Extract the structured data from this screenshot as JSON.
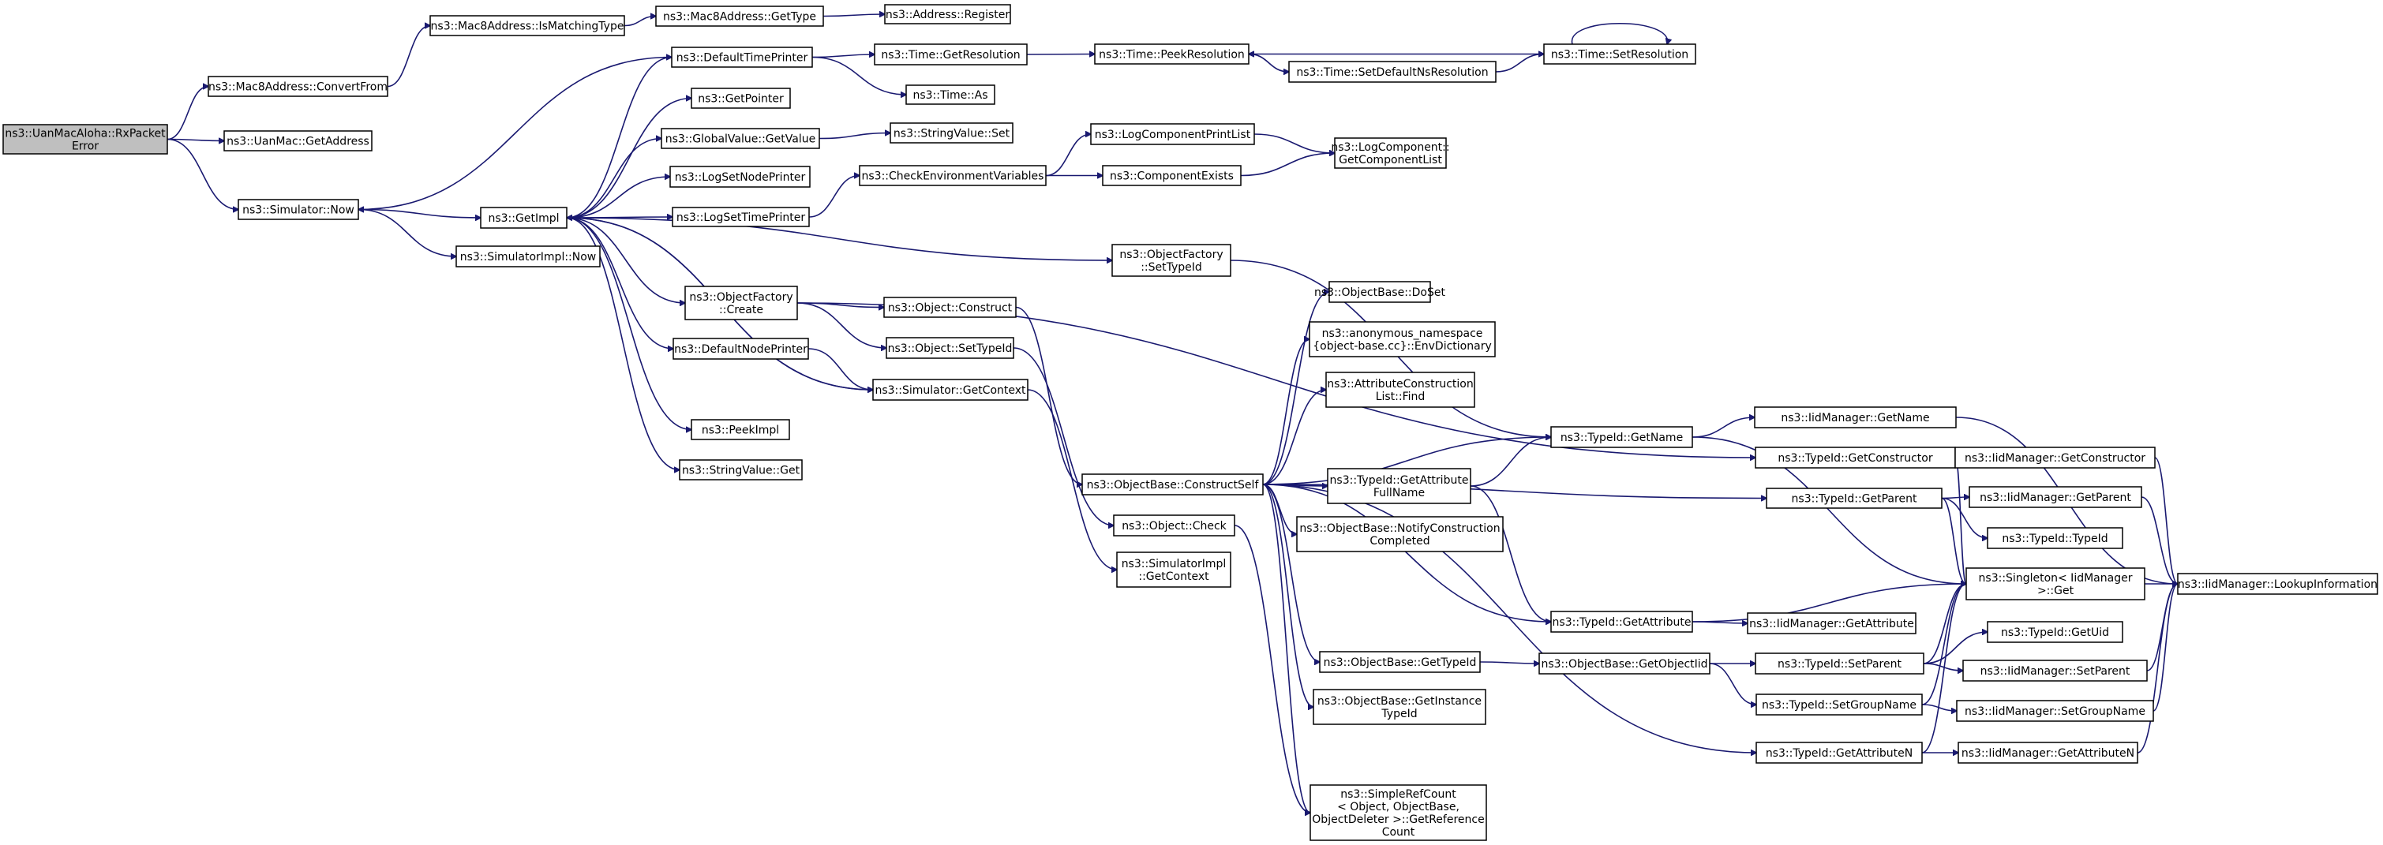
{
  "graph": {
    "colors": {
      "edge": "#191970",
      "node_border": "#000000",
      "root_fill": "#bfbfbf",
      "node_fill": "#ffffff"
    },
    "nodes": [
      {
        "id": "n0",
        "lines": [
          "ns3::UanMacAloha::RxPacket",
          "Error"
        ],
        "root": true
      },
      {
        "id": "n1",
        "lines": [
          "ns3::Mac8Address::ConvertFrom"
        ]
      },
      {
        "id": "n2",
        "lines": [
          "ns3::Mac8Address::IsMatchingType"
        ]
      },
      {
        "id": "n3",
        "lines": [
          "ns3::Mac8Address::GetType"
        ]
      },
      {
        "id": "n4",
        "lines": [
          "ns3::Address::Register"
        ]
      },
      {
        "id": "n5",
        "lines": [
          "ns3::UanMac::GetAddress"
        ]
      },
      {
        "id": "n6",
        "lines": [
          "ns3::Simulator::Now"
        ]
      },
      {
        "id": "n7",
        "lines": [
          "ns3::GetImpl"
        ]
      },
      {
        "id": "n8",
        "lines": [
          "ns3::DefaultTimePrinter"
        ]
      },
      {
        "id": "n9",
        "lines": [
          "ns3::Time::GetResolution"
        ]
      },
      {
        "id": "n10",
        "lines": [
          "ns3::Time::PeekResolution"
        ]
      },
      {
        "id": "n11",
        "lines": [
          "ns3::Time::SetDefaultNsResolution"
        ]
      },
      {
        "id": "n12",
        "lines": [
          "ns3::Time::SetResolution"
        ]
      },
      {
        "id": "n13",
        "lines": [
          "ns3::Time::As"
        ]
      },
      {
        "id": "n14",
        "lines": [
          "ns3::GetPointer"
        ]
      },
      {
        "id": "n15",
        "lines": [
          "ns3::GlobalValue::GetValue"
        ]
      },
      {
        "id": "n16",
        "lines": [
          "ns3::StringValue::Set"
        ]
      },
      {
        "id": "n17",
        "lines": [
          "ns3::LogSetNodePrinter"
        ]
      },
      {
        "id": "n18",
        "lines": [
          "ns3::LogSetTimePrinter"
        ]
      },
      {
        "id": "n19",
        "lines": [
          "ns3::CheckEnvironmentVariables"
        ]
      },
      {
        "id": "n20",
        "lines": [
          "ns3::LogComponentPrintList"
        ]
      },
      {
        "id": "n21",
        "lines": [
          "ns3::LogComponent::",
          "GetComponentList"
        ]
      },
      {
        "id": "n22",
        "lines": [
          "ns3::ComponentExists"
        ]
      },
      {
        "id": "n23",
        "lines": [
          "ns3::SimulatorImpl::Now"
        ]
      },
      {
        "id": "n24",
        "lines": [
          "ns3::ObjectFactory",
          "::SetTypeId"
        ]
      },
      {
        "id": "n25",
        "lines": [
          "ns3::ObjectFactory",
          "::Create"
        ]
      },
      {
        "id": "n26",
        "lines": [
          "ns3::Object::Construct"
        ]
      },
      {
        "id": "n27",
        "lines": [
          "ns3::Object::SetTypeId"
        ]
      },
      {
        "id": "n28",
        "lines": [
          "ns3::DefaultNodePrinter"
        ]
      },
      {
        "id": "n29",
        "lines": [
          "ns3::Simulator::GetContext"
        ]
      },
      {
        "id": "n30",
        "lines": [
          "ns3::PeekImpl"
        ]
      },
      {
        "id": "n31",
        "lines": [
          "ns3::StringValue::Get"
        ]
      },
      {
        "id": "n32",
        "lines": [
          "ns3::ObjectBase::DoSet"
        ]
      },
      {
        "id": "n33",
        "lines": [
          "ns3::anonymous_namespace",
          "{object-base.cc}::EnvDictionary"
        ]
      },
      {
        "id": "n34",
        "lines": [
          "ns3::AttributeConstruction",
          "List::Find"
        ]
      },
      {
        "id": "n35",
        "lines": [
          "ns3::ObjectBase::ConstructSelf"
        ]
      },
      {
        "id": "n36",
        "lines": [
          "ns3::TypeId::GetAttribute",
          "FullName"
        ]
      },
      {
        "id": "n37",
        "lines": [
          "ns3::ObjectBase::NotifyConstruction",
          "Completed"
        ]
      },
      {
        "id": "n38",
        "lines": [
          "ns3::Object::Check"
        ]
      },
      {
        "id": "n39",
        "lines": [
          "ns3::SimulatorImpl",
          "::GetContext"
        ]
      },
      {
        "id": "n40",
        "lines": [
          "ns3::TypeId::GetName"
        ]
      },
      {
        "id": "n41",
        "lines": [
          "ns3::IidManager::GetName"
        ]
      },
      {
        "id": "n42",
        "lines": [
          "ns3::TypeId::GetConstructor"
        ]
      },
      {
        "id": "n43",
        "lines": [
          "ns3::IidManager::GetConstructor"
        ]
      },
      {
        "id": "n44",
        "lines": [
          "ns3::TypeId::GetParent"
        ]
      },
      {
        "id": "n45",
        "lines": [
          "ns3::IidManager::GetParent"
        ]
      },
      {
        "id": "n46",
        "lines": [
          "ns3::TypeId::TypeId"
        ]
      },
      {
        "id": "n47",
        "lines": [
          "ns3::Singleton< IidManager",
          ">::Get"
        ]
      },
      {
        "id": "n48",
        "lines": [
          "ns3::IidManager::LookupInformation"
        ]
      },
      {
        "id": "n49",
        "lines": [
          "ns3::TypeId::GetAttribute"
        ]
      },
      {
        "id": "n50",
        "lines": [
          "ns3::IidManager::GetAttribute"
        ]
      },
      {
        "id": "n51",
        "lines": [
          "ns3::ObjectBase::GetTypeId"
        ]
      },
      {
        "id": "n52",
        "lines": [
          "ns3::ObjectBase::GetObjectIid"
        ]
      },
      {
        "id": "n53",
        "lines": [
          "ns3::TypeId::SetParent"
        ]
      },
      {
        "id": "n54",
        "lines": [
          "ns3::TypeId::GetUid"
        ]
      },
      {
        "id": "n55",
        "lines": [
          "ns3::IidManager::SetParent"
        ]
      },
      {
        "id": "n56",
        "lines": [
          "ns3::TypeId::SetGroupName"
        ]
      },
      {
        "id": "n57",
        "lines": [
          "ns3::IidManager::SetGroupName"
        ]
      },
      {
        "id": "n58",
        "lines": [
          "ns3::ObjectBase::GetInstance",
          "TypeId"
        ]
      },
      {
        "id": "n59",
        "lines": [
          "ns3::TypeId::GetAttributeN"
        ]
      },
      {
        "id": "n60",
        "lines": [
          "ns3::IidManager::GetAttributeN"
        ]
      },
      {
        "id": "n61",
        "lines": [
          "ns3::SimpleRefCount",
          "< Object, ObjectBase,",
          "ObjectDeleter >::GetReference",
          "Count"
        ]
      }
    ],
    "edges": [
      [
        "n0",
        "n1"
      ],
      [
        "n0",
        "n5"
      ],
      [
        "n0",
        "n6"
      ],
      [
        "n1",
        "n2"
      ],
      [
        "n2",
        "n3"
      ],
      [
        "n3",
        "n4"
      ],
      [
        "n6",
        "n7"
      ],
      [
        "n6",
        "n23"
      ],
      [
        "n7",
        "n8"
      ],
      [
        "n7",
        "n14"
      ],
      [
        "n7",
        "n15"
      ],
      [
        "n7",
        "n17"
      ],
      [
        "n7",
        "n18"
      ],
      [
        "n7",
        "n24"
      ],
      [
        "n7",
        "n25"
      ],
      [
        "n7",
        "n28"
      ],
      [
        "n7",
        "n29"
      ],
      [
        "n7",
        "n30"
      ],
      [
        "n7",
        "n31"
      ],
      [
        "n8",
        "n6"
      ],
      [
        "n8",
        "n9"
      ],
      [
        "n8",
        "n13"
      ],
      [
        "n9",
        "n10"
      ],
      [
        "n10",
        "n11"
      ],
      [
        "n11",
        "n12"
      ],
      [
        "n12",
        "n10"
      ],
      [
        "n12",
        "n12"
      ],
      [
        "n15",
        "n16"
      ],
      [
        "n18",
        "n19"
      ],
      [
        "n19",
        "n20"
      ],
      [
        "n19",
        "n22"
      ],
      [
        "n20",
        "n21"
      ],
      [
        "n22",
        "n21"
      ],
      [
        "n24",
        "n40"
      ],
      [
        "n25",
        "n42"
      ],
      [
        "n25",
        "n26"
      ],
      [
        "n25",
        "n27"
      ],
      [
        "n26",
        "n35"
      ],
      [
        "n27",
        "n38"
      ],
      [
        "n28",
        "n29"
      ],
      [
        "n29",
        "n7"
      ],
      [
        "n29",
        "n39"
      ],
      [
        "n35",
        "n32"
      ],
      [
        "n35",
        "n33"
      ],
      [
        "n35",
        "n34"
      ],
      [
        "n35",
        "n40"
      ],
      [
        "n35",
        "n36"
      ],
      [
        "n35",
        "n37"
      ],
      [
        "n35",
        "n44"
      ],
      [
        "n35",
        "n49"
      ],
      [
        "n35",
        "n51"
      ],
      [
        "n35",
        "n58"
      ],
      [
        "n35",
        "n59"
      ],
      [
        "n35",
        "n61"
      ],
      [
        "n36",
        "n40"
      ],
      [
        "n36",
        "n49"
      ],
      [
        "n38",
        "n61"
      ],
      [
        "n40",
        "n41"
      ],
      [
        "n40",
        "n47"
      ],
      [
        "n41",
        "n48"
      ],
      [
        "n42",
        "n43"
      ],
      [
        "n42",
        "n47"
      ],
      [
        "n43",
        "n48"
      ],
      [
        "n44",
        "n45"
      ],
      [
        "n44",
        "n46"
      ],
      [
        "n44",
        "n47"
      ],
      [
        "n45",
        "n48"
      ],
      [
        "n47",
        "n48"
      ],
      [
        "n49",
        "n50"
      ],
      [
        "n49",
        "n47"
      ],
      [
        "n51",
        "n52"
      ],
      [
        "n52",
        "n53"
      ],
      [
        "n52",
        "n56"
      ],
      [
        "n53",
        "n54"
      ],
      [
        "n53",
        "n55"
      ],
      [
        "n53",
        "n47"
      ],
      [
        "n55",
        "n48"
      ],
      [
        "n56",
        "n57"
      ],
      [
        "n56",
        "n47"
      ],
      [
        "n57",
        "n48"
      ],
      [
        "n59",
        "n60"
      ],
      [
        "n59",
        "n47"
      ],
      [
        "n60",
        "n48"
      ]
    ]
  }
}
